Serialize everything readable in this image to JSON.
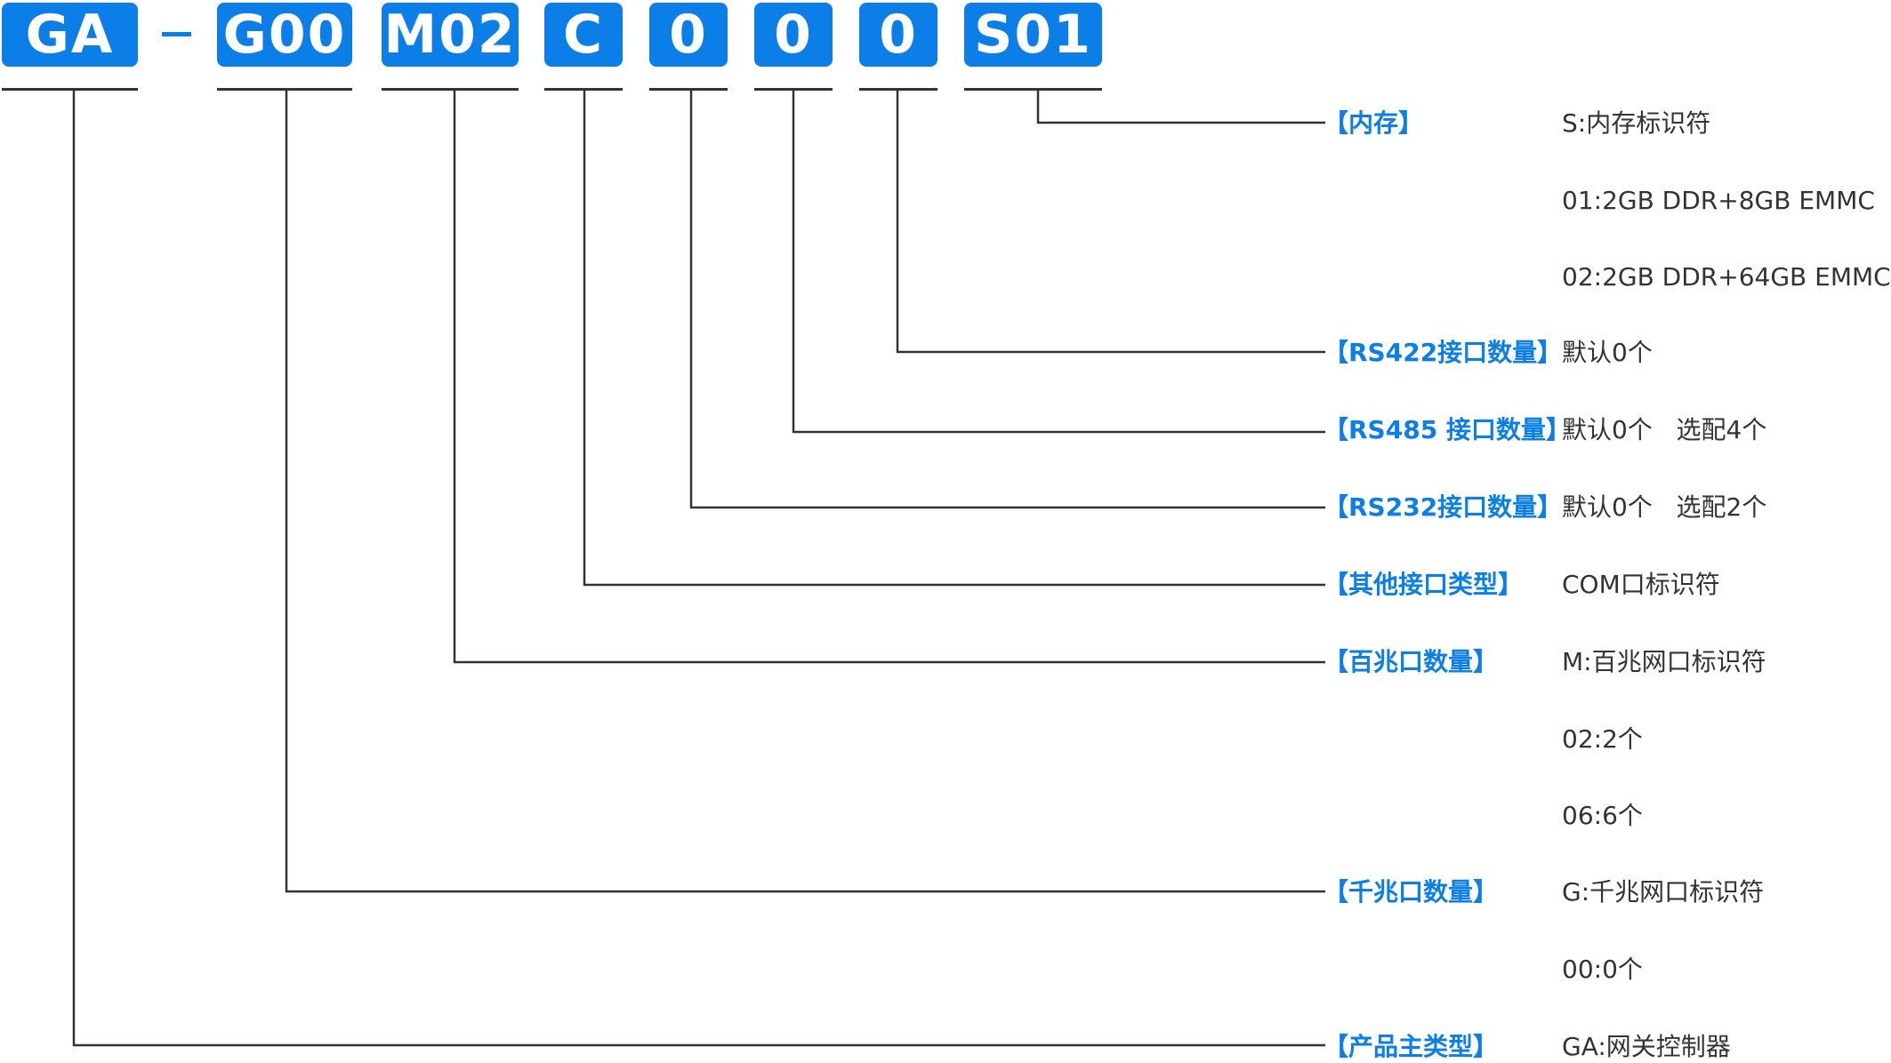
{
  "code_segments": [
    "GA",
    "G00",
    "M02",
    "C",
    "0",
    "0",
    "0",
    "S01"
  ],
  "separator": "-",
  "fields": [
    {
      "label": "【内存】",
      "lines": [
        "S:内存标识符",
        "01:2GB DDR+8GB EMMC",
        "02:2GB DDR+64GB EMMC"
      ]
    },
    {
      "label": "【RS422接口数量】",
      "lines": [
        "默认0个"
      ]
    },
    {
      "label": "【RS485 接口数量】",
      "lines": [
        "默认0个   选配4个"
      ]
    },
    {
      "label": "【RS232接口数量】",
      "lines": [
        "默认0个   选配2个"
      ]
    },
    {
      "label": "【其他接口类型】",
      "lines": [
        "COM口标识符"
      ]
    },
    {
      "label": "【百兆口数量】",
      "lines": [
        "M:百兆网口标识符",
        "02:2个",
        "06:6个"
      ]
    },
    {
      "label": "【千兆口数量】",
      "lines": [
        "G:千兆网口标识符",
        "00:0个"
      ]
    },
    {
      "label": "【产品主类型】",
      "lines": [
        "GA:网关控制器"
      ]
    }
  ],
  "colors": {
    "accent": "#0b7ee8",
    "line": "#333333",
    "text": "#333333",
    "box_text": "#ffffff"
  }
}
